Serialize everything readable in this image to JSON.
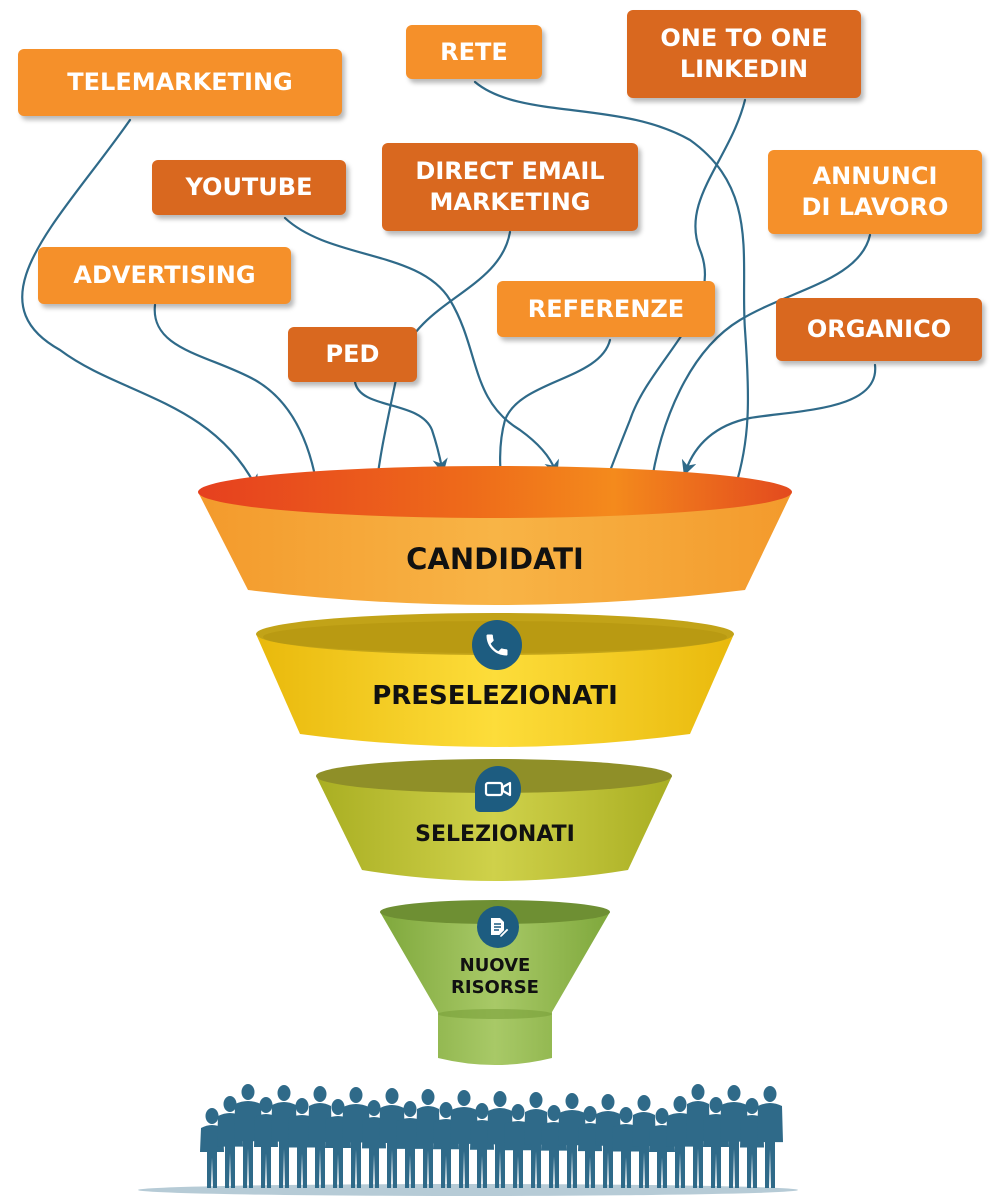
{
  "sources": [
    {
      "id": "telemarketing",
      "label": "TELEMARKETING",
      "tone": "light"
    },
    {
      "id": "rete",
      "label": "RETE",
      "tone": "light"
    },
    {
      "id": "one-to-one-linkedin",
      "label": "ONE TO ONE\nLINKEDIN",
      "tone": "dark"
    },
    {
      "id": "youtube",
      "label": "YOUTUBE",
      "tone": "dark"
    },
    {
      "id": "direct-email-marketing",
      "label": "DIRECT EMAIL\nMARKETING",
      "tone": "dark"
    },
    {
      "id": "annunci-di-lavoro",
      "label": "ANNUNCI\nDI LAVORO",
      "tone": "light"
    },
    {
      "id": "advertising",
      "label": "ADVERTISING",
      "tone": "light"
    },
    {
      "id": "referenze",
      "label": "REFERENZE",
      "tone": "light"
    },
    {
      "id": "ped",
      "label": "PED",
      "tone": "dark"
    },
    {
      "id": "organico",
      "label": "ORGANICO",
      "tone": "dark"
    }
  ],
  "stages": [
    {
      "id": "candidati",
      "label": "CANDIDATI",
      "icon": "none"
    },
    {
      "id": "preselezionati",
      "label": "PRESELEZIONATI",
      "icon": "phone-icon"
    },
    {
      "id": "selezionati",
      "label": "SELEZIONATI",
      "icon": "video-chat-icon"
    },
    {
      "id": "nuove-risorse",
      "label": "NUOVE\nRISORSE",
      "icon": "document-edit-icon"
    }
  ],
  "people_graphic": "crowd-silhouette",
  "colors": {
    "source_light": "#f5902a",
    "source_dark": "#d9681f",
    "arrow": "#2f6a89",
    "funnel_orange": "#f7a436",
    "funnel_yellow": "#f2cc1c",
    "funnel_lime": "#b9bd2d",
    "funnel_green": "#93b550",
    "icon_badge": "#1d5c80",
    "crowd": "#2f6a89"
  }
}
